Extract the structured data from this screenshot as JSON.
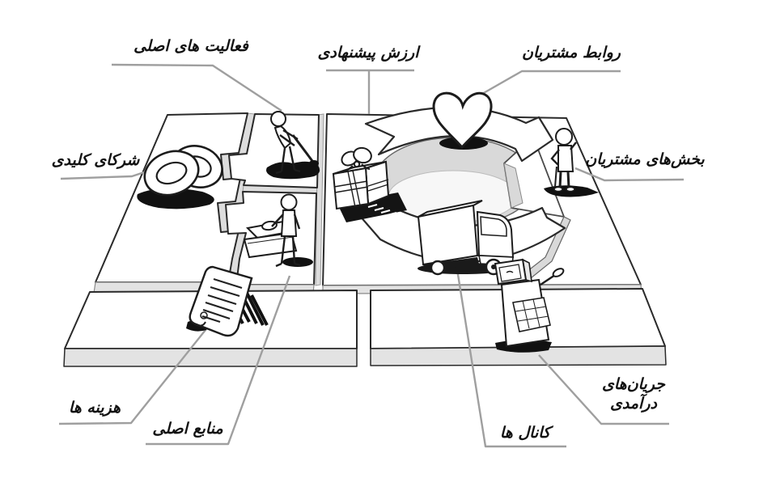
{
  "illustration": {
    "type": "business-model-canvas-sketch",
    "labels": {
      "key_activities": "فعالیت های اصلی",
      "value_proposition": "ارزش پیشنهادی",
      "customer_relationships": "روابط مشتریان",
      "key_partners": "شرکای کلیدی",
      "customer_segments": "بخش‌های مشتریان",
      "costs": "هزینه ها",
      "key_resources": "منابع اصلی",
      "channels": "کانال ها",
      "revenue_streams_line1": "جریان‌های",
      "revenue_streams_line2": "درآمدی"
    },
    "icons": {
      "key_partners": "interlocked-rings-icon",
      "key_activities": "digging-person-icon",
      "key_resources": "machine-person-icon",
      "value_proposition": "gift-box-icon",
      "customer_relationships": "heart-icon",
      "customer_segments": "standing-person-icon",
      "channels": "truck-icon",
      "revenue_streams": "cash-register-icon",
      "costs": "receipt-icon"
    },
    "colors": {
      "background": "#ffffff",
      "ink": "#2a2a2a",
      "leader_line": "#9f9f9f",
      "surface": "#ffffff",
      "side_face": "#e3e3e3",
      "pit_wall": "#d9d9d9",
      "shadow": "#111111"
    }
  }
}
